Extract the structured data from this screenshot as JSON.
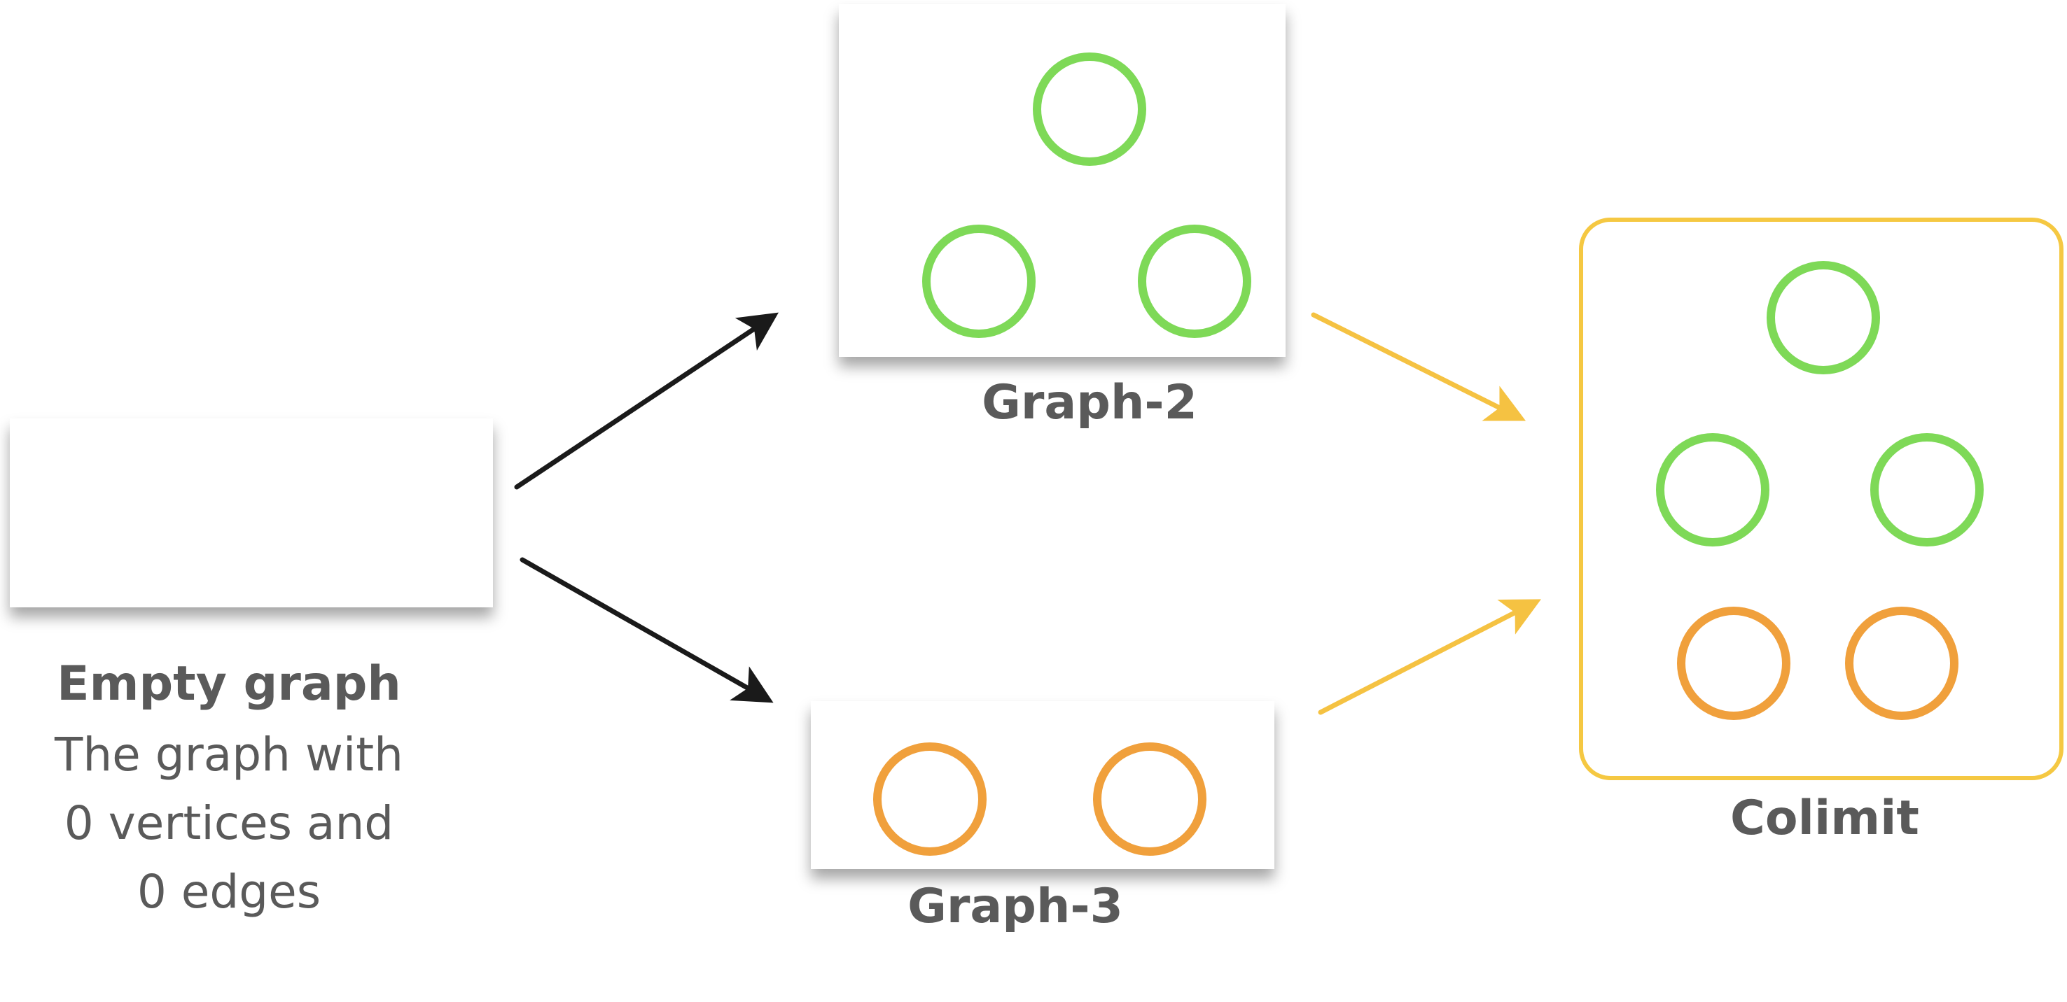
{
  "colors": {
    "green_vertex": "#7ed957",
    "orange_vertex": "#f0a03c",
    "colimit_border": "#f5c842",
    "yellow_arrow": "#f5c242",
    "black_arrow": "#1a1a1a",
    "label_text": "#5a5a5a"
  },
  "nodes": {
    "empty_graph": {
      "title": "Empty graph",
      "description_lines": [
        "The graph with",
        "0 vertices and",
        "0 edges"
      ]
    },
    "graph_2": {
      "title": "Graph-2"
    },
    "graph_3": {
      "title": "Graph-3"
    },
    "colimit": {
      "title": "Colimit"
    }
  }
}
